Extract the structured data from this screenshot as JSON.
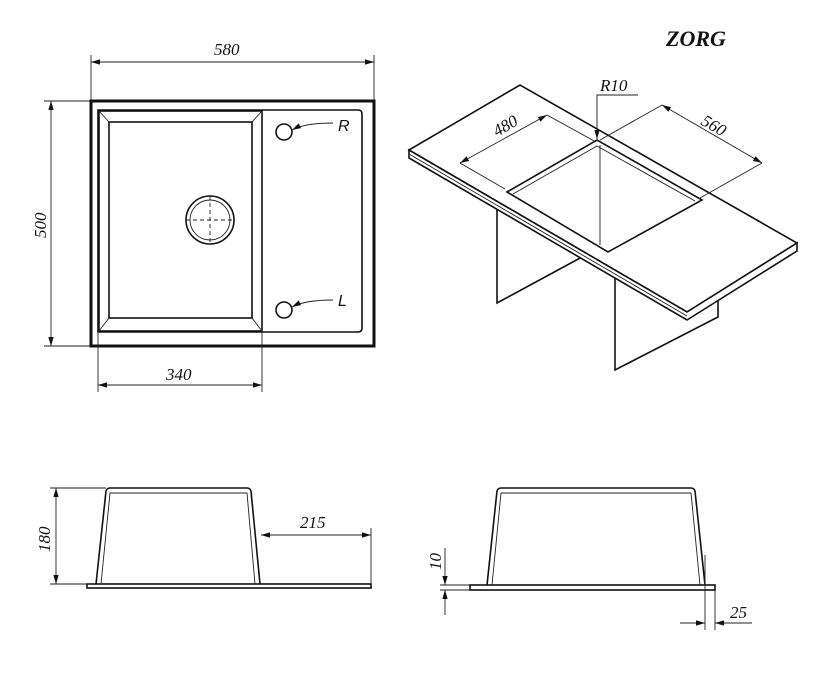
{
  "brand": "ZORG",
  "top_view": {
    "width_label": "580",
    "depth_label": "500",
    "bowl_width_label": "340",
    "tap_hole_right_label": "R",
    "tap_hole_left_label": "L"
  },
  "iso_view": {
    "bowl_dim_a_label": "480",
    "bowl_dim_b_label": "560",
    "radius_label": "R10"
  },
  "front_view": {
    "height_label": "180",
    "drainboard_label": "215"
  },
  "side_view": {
    "flange_thickness_label": "10",
    "overhang_label": "25"
  }
}
